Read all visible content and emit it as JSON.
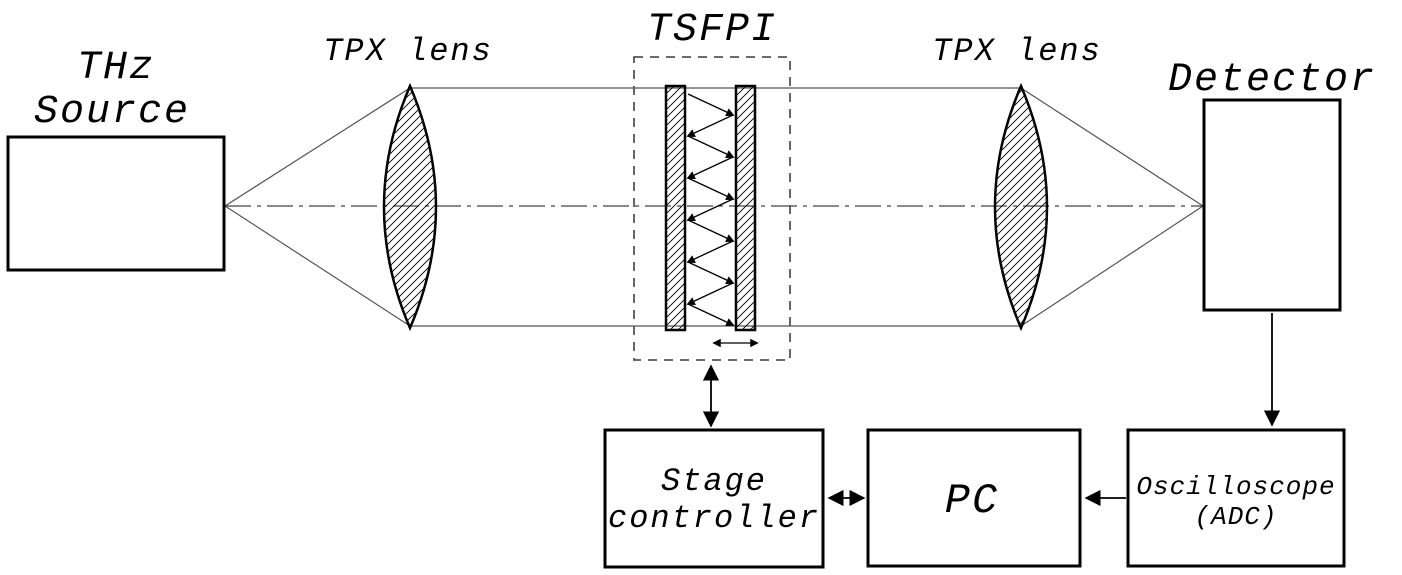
{
  "diagram": {
    "source": {
      "label_line1": "THz",
      "label_line2": "Source"
    },
    "lens_left": {
      "label": "TPX lens"
    },
    "interferometer": {
      "label": "TSFPI"
    },
    "lens_right": {
      "label": "TPX lens"
    },
    "detector": {
      "label": "Detector"
    },
    "stage_controller": {
      "label_line1": "Stage",
      "label_line2": "controller"
    },
    "pc": {
      "label": "PC"
    },
    "oscilloscope": {
      "label_line1": "Oscilloscope",
      "label_line2": "(ADC)"
    }
  },
  "colors": {
    "ink": "#000000",
    "beam": "#555555",
    "background": "#ffffff"
  }
}
